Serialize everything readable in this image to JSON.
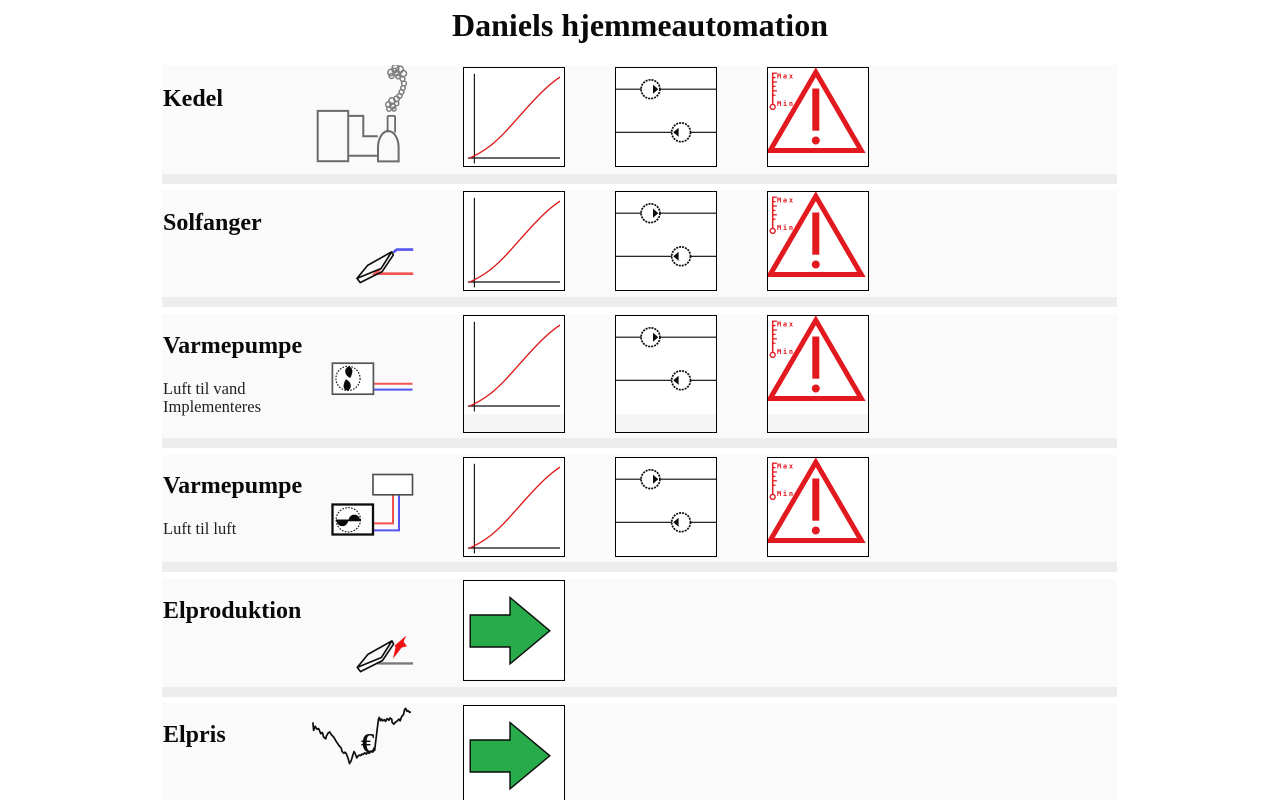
{
  "page": {
    "title": "Daniels hjemmeautomation"
  },
  "colors": {
    "row_background": "#fafafa",
    "row_separator": "#ededed",
    "alarm_red": "#e2191f",
    "curve_red": "#dd1515",
    "arrow_green": "#28ab4b",
    "pipe_red": "#f25252",
    "pipe_blue": "#5353f0",
    "icon_gray": "#6b6b6b"
  },
  "alarm": {
    "max_label": "Max",
    "min_label": "Min"
  },
  "price_symbol": "€",
  "rows": [
    {
      "id": "kedel",
      "label": "Kedel",
      "sublines": [],
      "icon": "boiler-icon",
      "cells": [
        "graph",
        "pumps",
        "alarm"
      ]
    },
    {
      "id": "solfanger",
      "label": "Solfanger",
      "sublines": [],
      "icon": "solar-panel-icon",
      "cells": [
        "graph",
        "pumps",
        "alarm"
      ]
    },
    {
      "id": "varmepumpe-luft-vand",
      "label": "Varmepumpe",
      "sublines": [
        "Luft til vand",
        "Implementeres"
      ],
      "icon": "heat-pump-air-water-icon",
      "cells": [
        "graph",
        "pumps",
        "alarm"
      ]
    },
    {
      "id": "varmepumpe-luft-luft",
      "label": "Varmepumpe",
      "sublines": [
        "Luft til luft"
      ],
      "icon": "heat-pump-air-air-icon",
      "cells": [
        "graph",
        "pumps",
        "alarm"
      ]
    },
    {
      "id": "elproduktion",
      "label": "Elproduktion",
      "sublines": [],
      "icon": "solar-electric-icon",
      "cells": [
        "arrow"
      ]
    },
    {
      "id": "elpris",
      "label": "Elpris",
      "sublines": [],
      "icon": "price-graph-icon",
      "cells": [
        "arrow"
      ]
    }
  ]
}
